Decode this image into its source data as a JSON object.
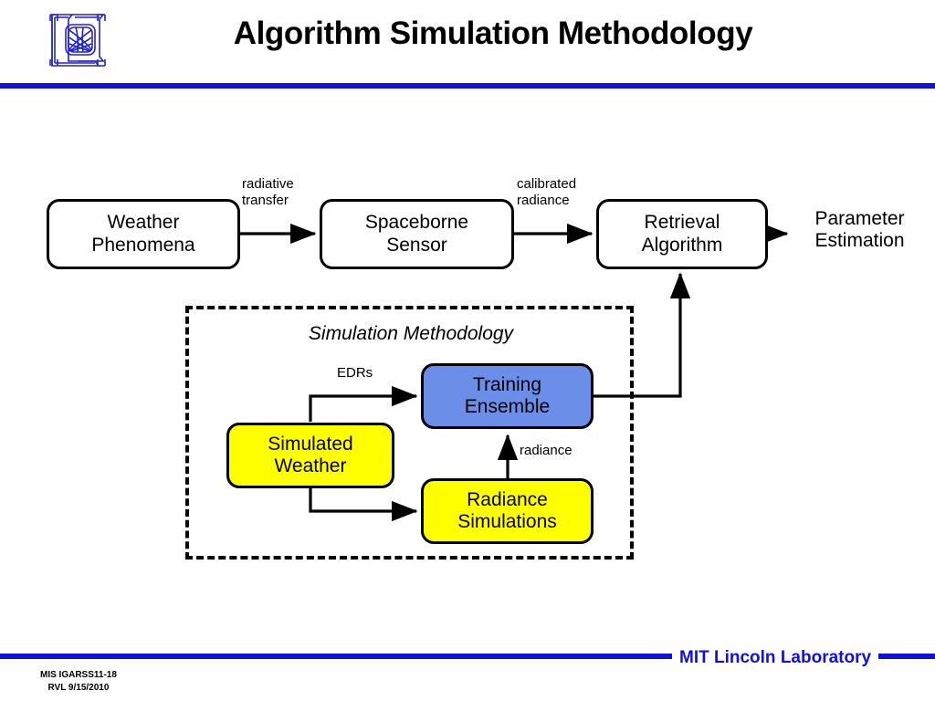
{
  "slide": {
    "title": "Algorithm Simulation Methodology",
    "accent_color": "#1111dd",
    "background": "#ffffff"
  },
  "logo": {
    "name": "mit-lincoln-laboratory-logo",
    "color": "#2222cc"
  },
  "diagram": {
    "top_flow": {
      "nodes": [
        {
          "id": "weather-phenomena",
          "label": "Weather\nPhenomena",
          "fill": "#ffffff"
        },
        {
          "id": "spaceborne-sensor",
          "label": "Spaceborne\nSensor",
          "fill": "#ffffff"
        },
        {
          "id": "retrieval-algorithm",
          "label": "Retrieval\nAlgorithm",
          "fill": "#ffffff"
        }
      ],
      "terminal_label": "Parameter\nEstimation",
      "edge_labels": [
        {
          "id": "radiative-transfer",
          "text": "radiative\ntransfer"
        },
        {
          "id": "calibrated-radiance",
          "text": "calibrated\nradiance"
        }
      ]
    },
    "simulation_region": {
      "title": "Simulation Methodology",
      "nodes": [
        {
          "id": "simulated-weather",
          "label": "Simulated\nWeather",
          "fill": "#ffff00"
        },
        {
          "id": "training-ensemble",
          "label": "Training\nEnsemble",
          "fill": "#6b8ee8"
        },
        {
          "id": "radiance-simulations",
          "label": "Radiance\nSimulations",
          "fill": "#ffff00"
        }
      ],
      "edge_labels": [
        {
          "id": "edrs",
          "text": "EDRs"
        },
        {
          "id": "radiance",
          "text": "radiance"
        }
      ]
    }
  },
  "footer": {
    "brand": "MIT Lincoln Laboratory",
    "meta_line_1": "MIS IGARSS11-18",
    "meta_line_2": "RVL 9/15/2010"
  }
}
